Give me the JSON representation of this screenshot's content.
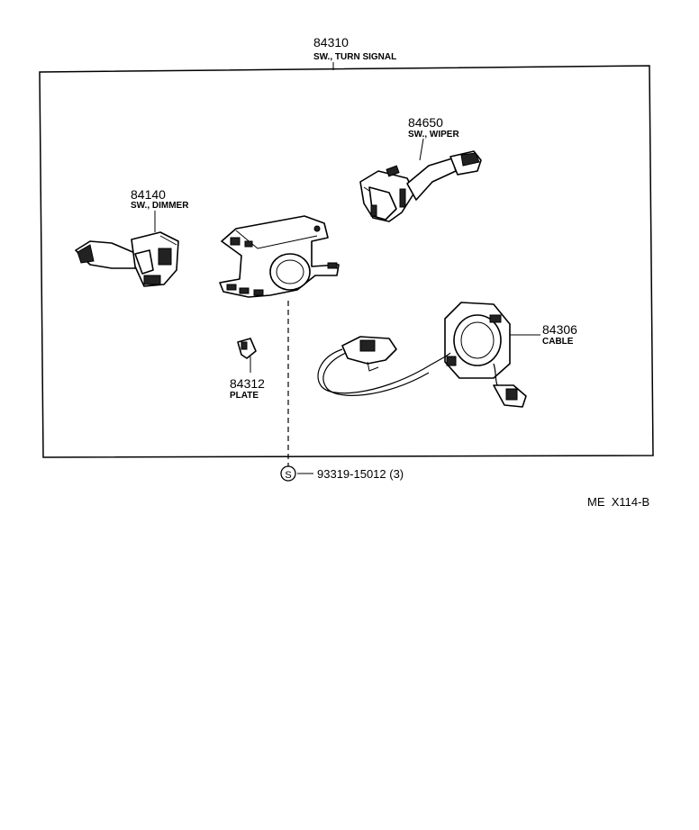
{
  "parts": {
    "assembly": {
      "number": "84310",
      "name": "SW., TURN SIGNAL"
    },
    "wiper": {
      "number": "84650",
      "name": "SW., WIPER"
    },
    "dimmer": {
      "number": "84140",
      "name": "SW., DIMMER"
    },
    "cable": {
      "number": "84306",
      "name": "CABLE"
    },
    "plate": {
      "number": "84312",
      "name": "PLATE"
    },
    "screw": {
      "symbol": "S",
      "number": "93319-15012 (3)"
    }
  },
  "diagram_code": "ME  X114-B"
}
